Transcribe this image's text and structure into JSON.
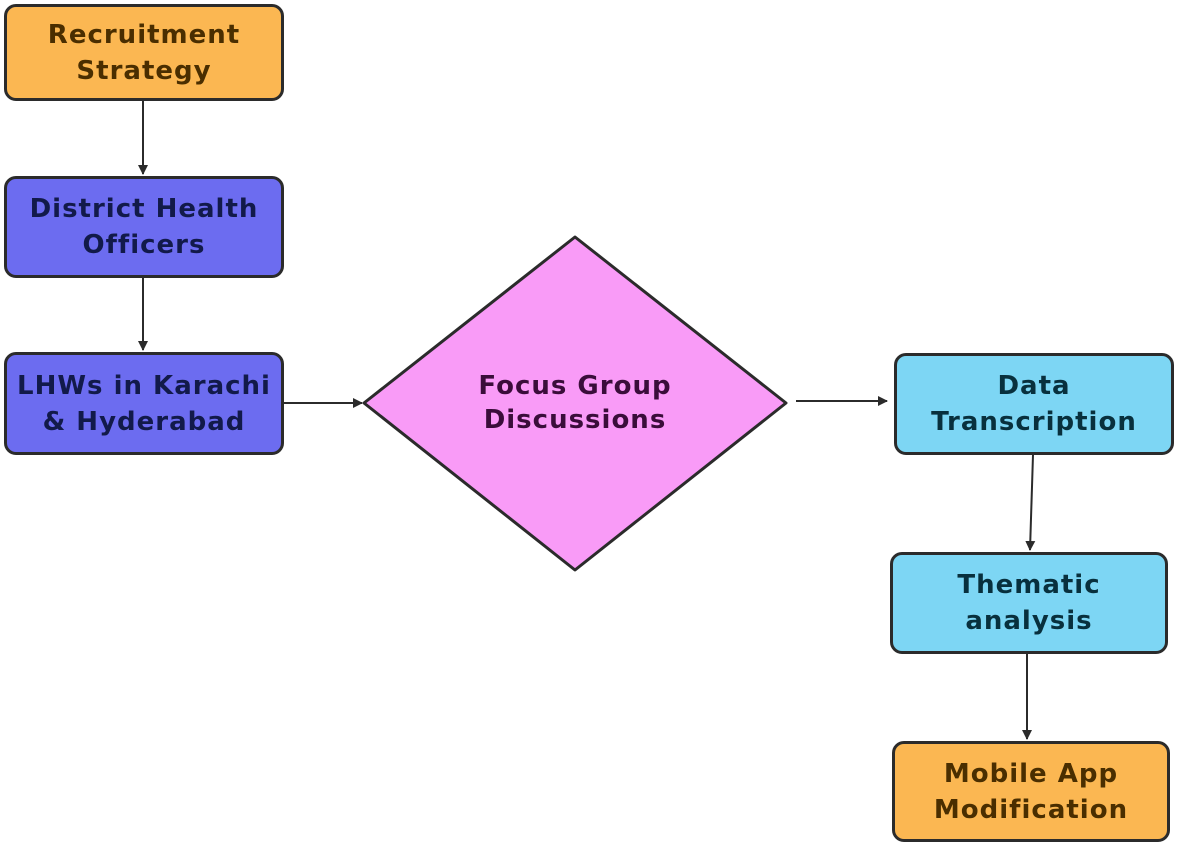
{
  "nodes": {
    "recruitment": {
      "line1": "Recruitment",
      "line2": "Strategy"
    },
    "district_health_officers": {
      "line1": "District Health",
      "line2": "Officers"
    },
    "lhws": {
      "line1": "LHWs in Karachi",
      "line2": "& Hyderabad"
    },
    "focus_group": {
      "line1": "Focus Group",
      "line2": "Discussions"
    },
    "data_transcription": {
      "line1": "Data",
      "line2": "Transcription"
    },
    "thematic_analysis": {
      "line1": "Thematic",
      "line2": "analysis"
    },
    "mobile_app": {
      "line1": "Mobile App",
      "line2": "Modification"
    }
  },
  "colors": {
    "orange": "#fbb752",
    "blue": "#6c6cf0",
    "pink": "#f99bf7",
    "cyan": "#7dd6f4",
    "outline": "#2b2b2b"
  }
}
